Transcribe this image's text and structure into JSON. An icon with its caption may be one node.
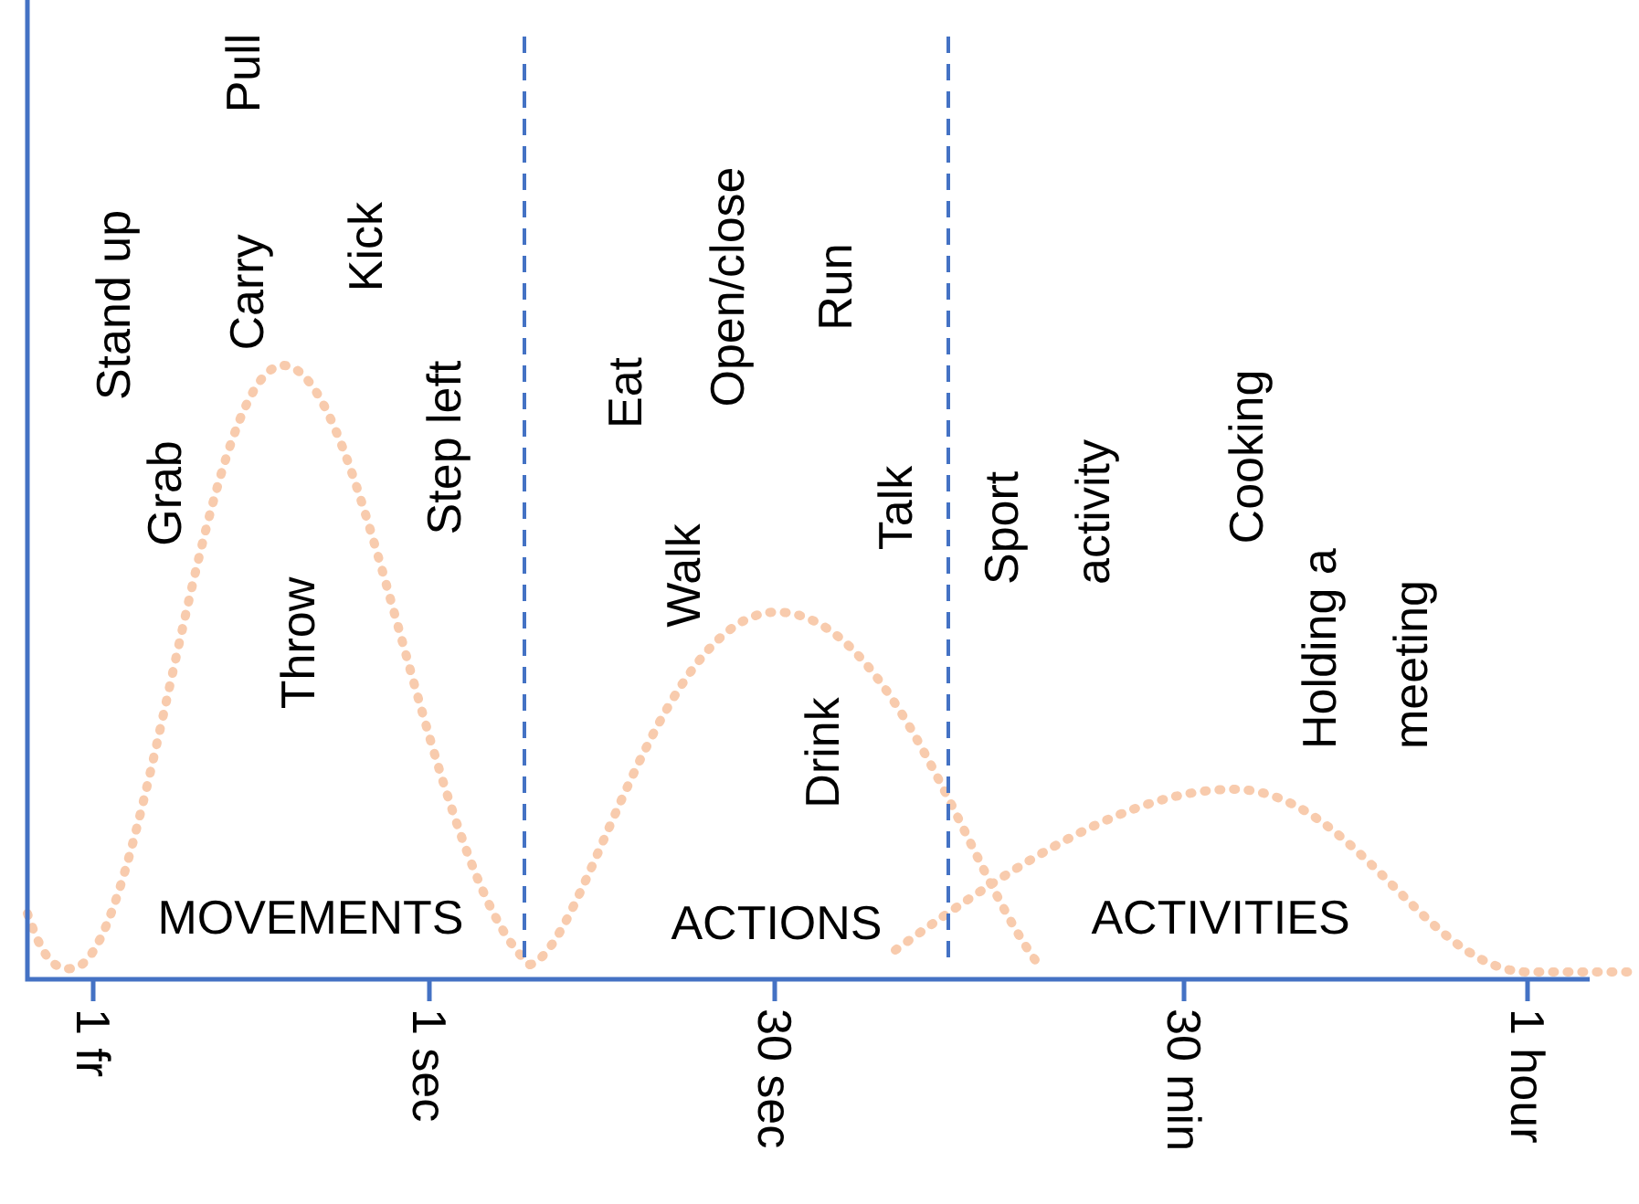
{
  "diagram": {
    "labels": [
      "Pull",
      "Stand up",
      "Carry",
      "Kick",
      "Grab",
      "Step left",
      "Throw",
      "Open/close",
      "Run",
      "Eat",
      "Walk",
      "Talk",
      "Drink",
      "Sport activity",
      "Cooking",
      "Holding a meeting",
      "MOVEMENTS",
      "ACTIONS",
      "ACTIVITIES",
      "1 fr",
      "1 sec",
      "30 sec",
      "30 min",
      "1 hour"
    ]
  }
}
